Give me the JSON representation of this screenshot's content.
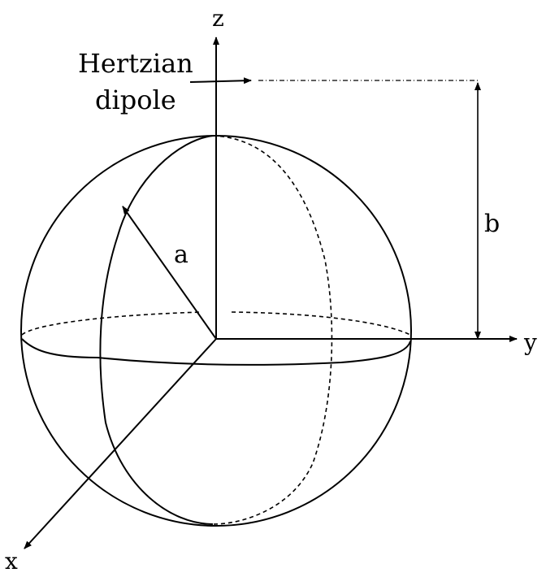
{
  "labels": {
    "z_axis": "z",
    "y_axis": "y",
    "x_axis": "x",
    "dipole_line1": "Hertzian",
    "dipole_line2": "dipole",
    "radius": "a",
    "height": "b"
  }
}
